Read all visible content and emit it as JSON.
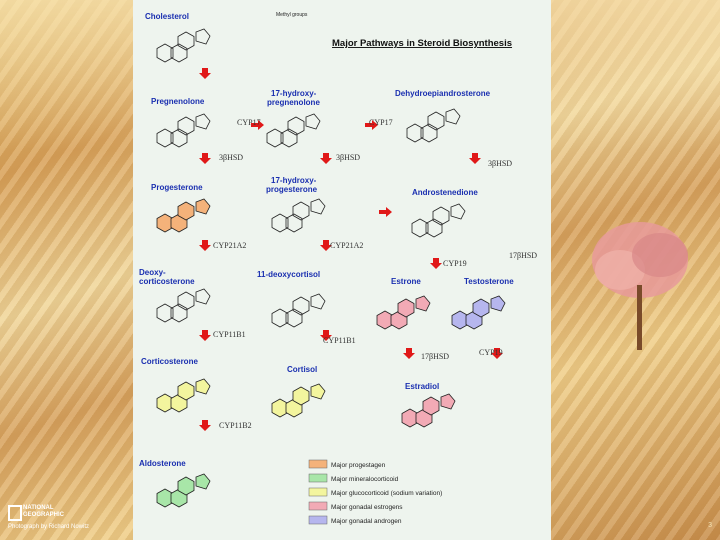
{
  "diagram": {
    "title": "Major Pathways in Steroid Biosynthesis",
    "methyl_label": "Methyl groups",
    "compounds": [
      {
        "id": "cholesterol",
        "name": "Cholesterol",
        "color": "none"
      },
      {
        "id": "pregnenolone",
        "name": "Pregnenolone",
        "color": "none"
      },
      {
        "id": "hydroxypregnenolone",
        "name": "17-hydroxy-\npregnenolone",
        "color": "none"
      },
      {
        "id": "dhea",
        "name": "Dehydroepiandrosterone",
        "color": "none"
      },
      {
        "id": "progesterone",
        "name": "Progesterone",
        "color": "progestagen"
      },
      {
        "id": "hydroxyprogesterone",
        "name": "17-hydroxy-\nprogesterone",
        "color": "none"
      },
      {
        "id": "androstenedione",
        "name": "Androstenedione",
        "color": "none"
      },
      {
        "id": "deoxycorticosterone",
        "name": "Deoxy-\ncorticosterone",
        "color": "none"
      },
      {
        "id": "deoxycortisol",
        "name": "11-deoxycortisol",
        "color": "none"
      },
      {
        "id": "estrone",
        "name": "Estrone",
        "color": "estrogen"
      },
      {
        "id": "testosterone",
        "name": "Testosterone",
        "color": "androgen"
      },
      {
        "id": "corticosterone",
        "name": "Corticosterone",
        "color": "glucocorticoid"
      },
      {
        "id": "cortisol",
        "name": "Cortisol",
        "color": "glucocorticoid"
      },
      {
        "id": "estradiol",
        "name": "Estradiol",
        "color": "estrogen"
      },
      {
        "id": "aldosterone",
        "name": "Aldosterone",
        "color": "mineralocorticoid"
      }
    ],
    "enzymes": {
      "cyp17_a": "CYP17",
      "cyp17_b": "CYP17",
      "hsd3_a": "3βHSD",
      "hsd3_b": "3βHSD",
      "hsd3_c": "3βHSD",
      "cyp21_a": "CYP21A2",
      "cyp21_b": "CYP21A2",
      "hsd17_a": "17βHSD",
      "cyp19_a": "CYP19",
      "cyp11b1_a": "CYP11B1",
      "cyp11b1_b": "CYP11B1",
      "hsd17_b": "17βHSD",
      "cyp19_b": "CYP19",
      "cyp11b2": "CYP11B2"
    },
    "legend": [
      {
        "label": "Major progestagen",
        "color": "#f4b27a"
      },
      {
        "label": "Major mineralocorticoid",
        "color": "#a8e6a8"
      },
      {
        "label": "Major glucocorticoid (sodium variation)",
        "color": "#f3f59e"
      },
      {
        "label": "Major gonadal estrogens",
        "color": "#f2aab5"
      },
      {
        "label": "Major gonadal androgen",
        "color": "#b6b6ee"
      }
    ],
    "colors": {
      "arrow": "#e01818",
      "compound_label": "#1a2fb0",
      "progestagen": "#f4b27a",
      "mineralocorticoid": "#a8e6a8",
      "glucocorticoid": "#f3f59e",
      "estrogen": "#f2aab5",
      "androgen": "#b6b6ee"
    }
  },
  "credit": {
    "logo_text": "NATIONAL\nGEOGRAPHIC",
    "photo_credit": "Photograph by Richard Nowitz",
    "page_number": "3"
  }
}
